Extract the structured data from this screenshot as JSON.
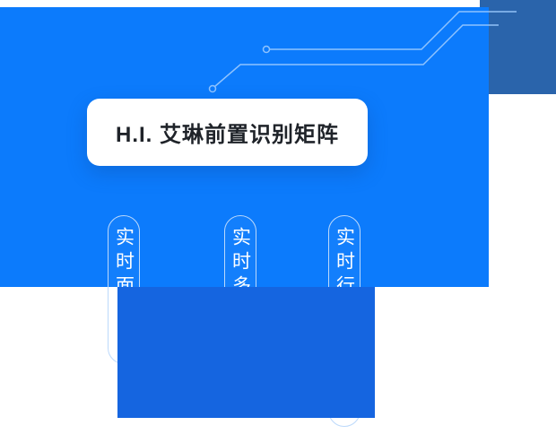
{
  "scene": {
    "title_card": {
      "title": "H.I. 艾琳前置识别矩阵"
    },
    "pills": [
      {
        "label": "实时面"
      },
      {
        "label": "实时多"
      },
      {
        "label": "实时行"
      }
    ],
    "colors": {
      "main_panel": "#0c7bfc",
      "dark_corner_panel": "#2a64ab",
      "bottom_panel": "#1565e0",
      "circuit_line": "#9ecbff",
      "pill_border": "#bcd9fb",
      "pill_text": "#ffffff",
      "title_text": "#1f2329",
      "card_background": "#ffffff"
    }
  }
}
